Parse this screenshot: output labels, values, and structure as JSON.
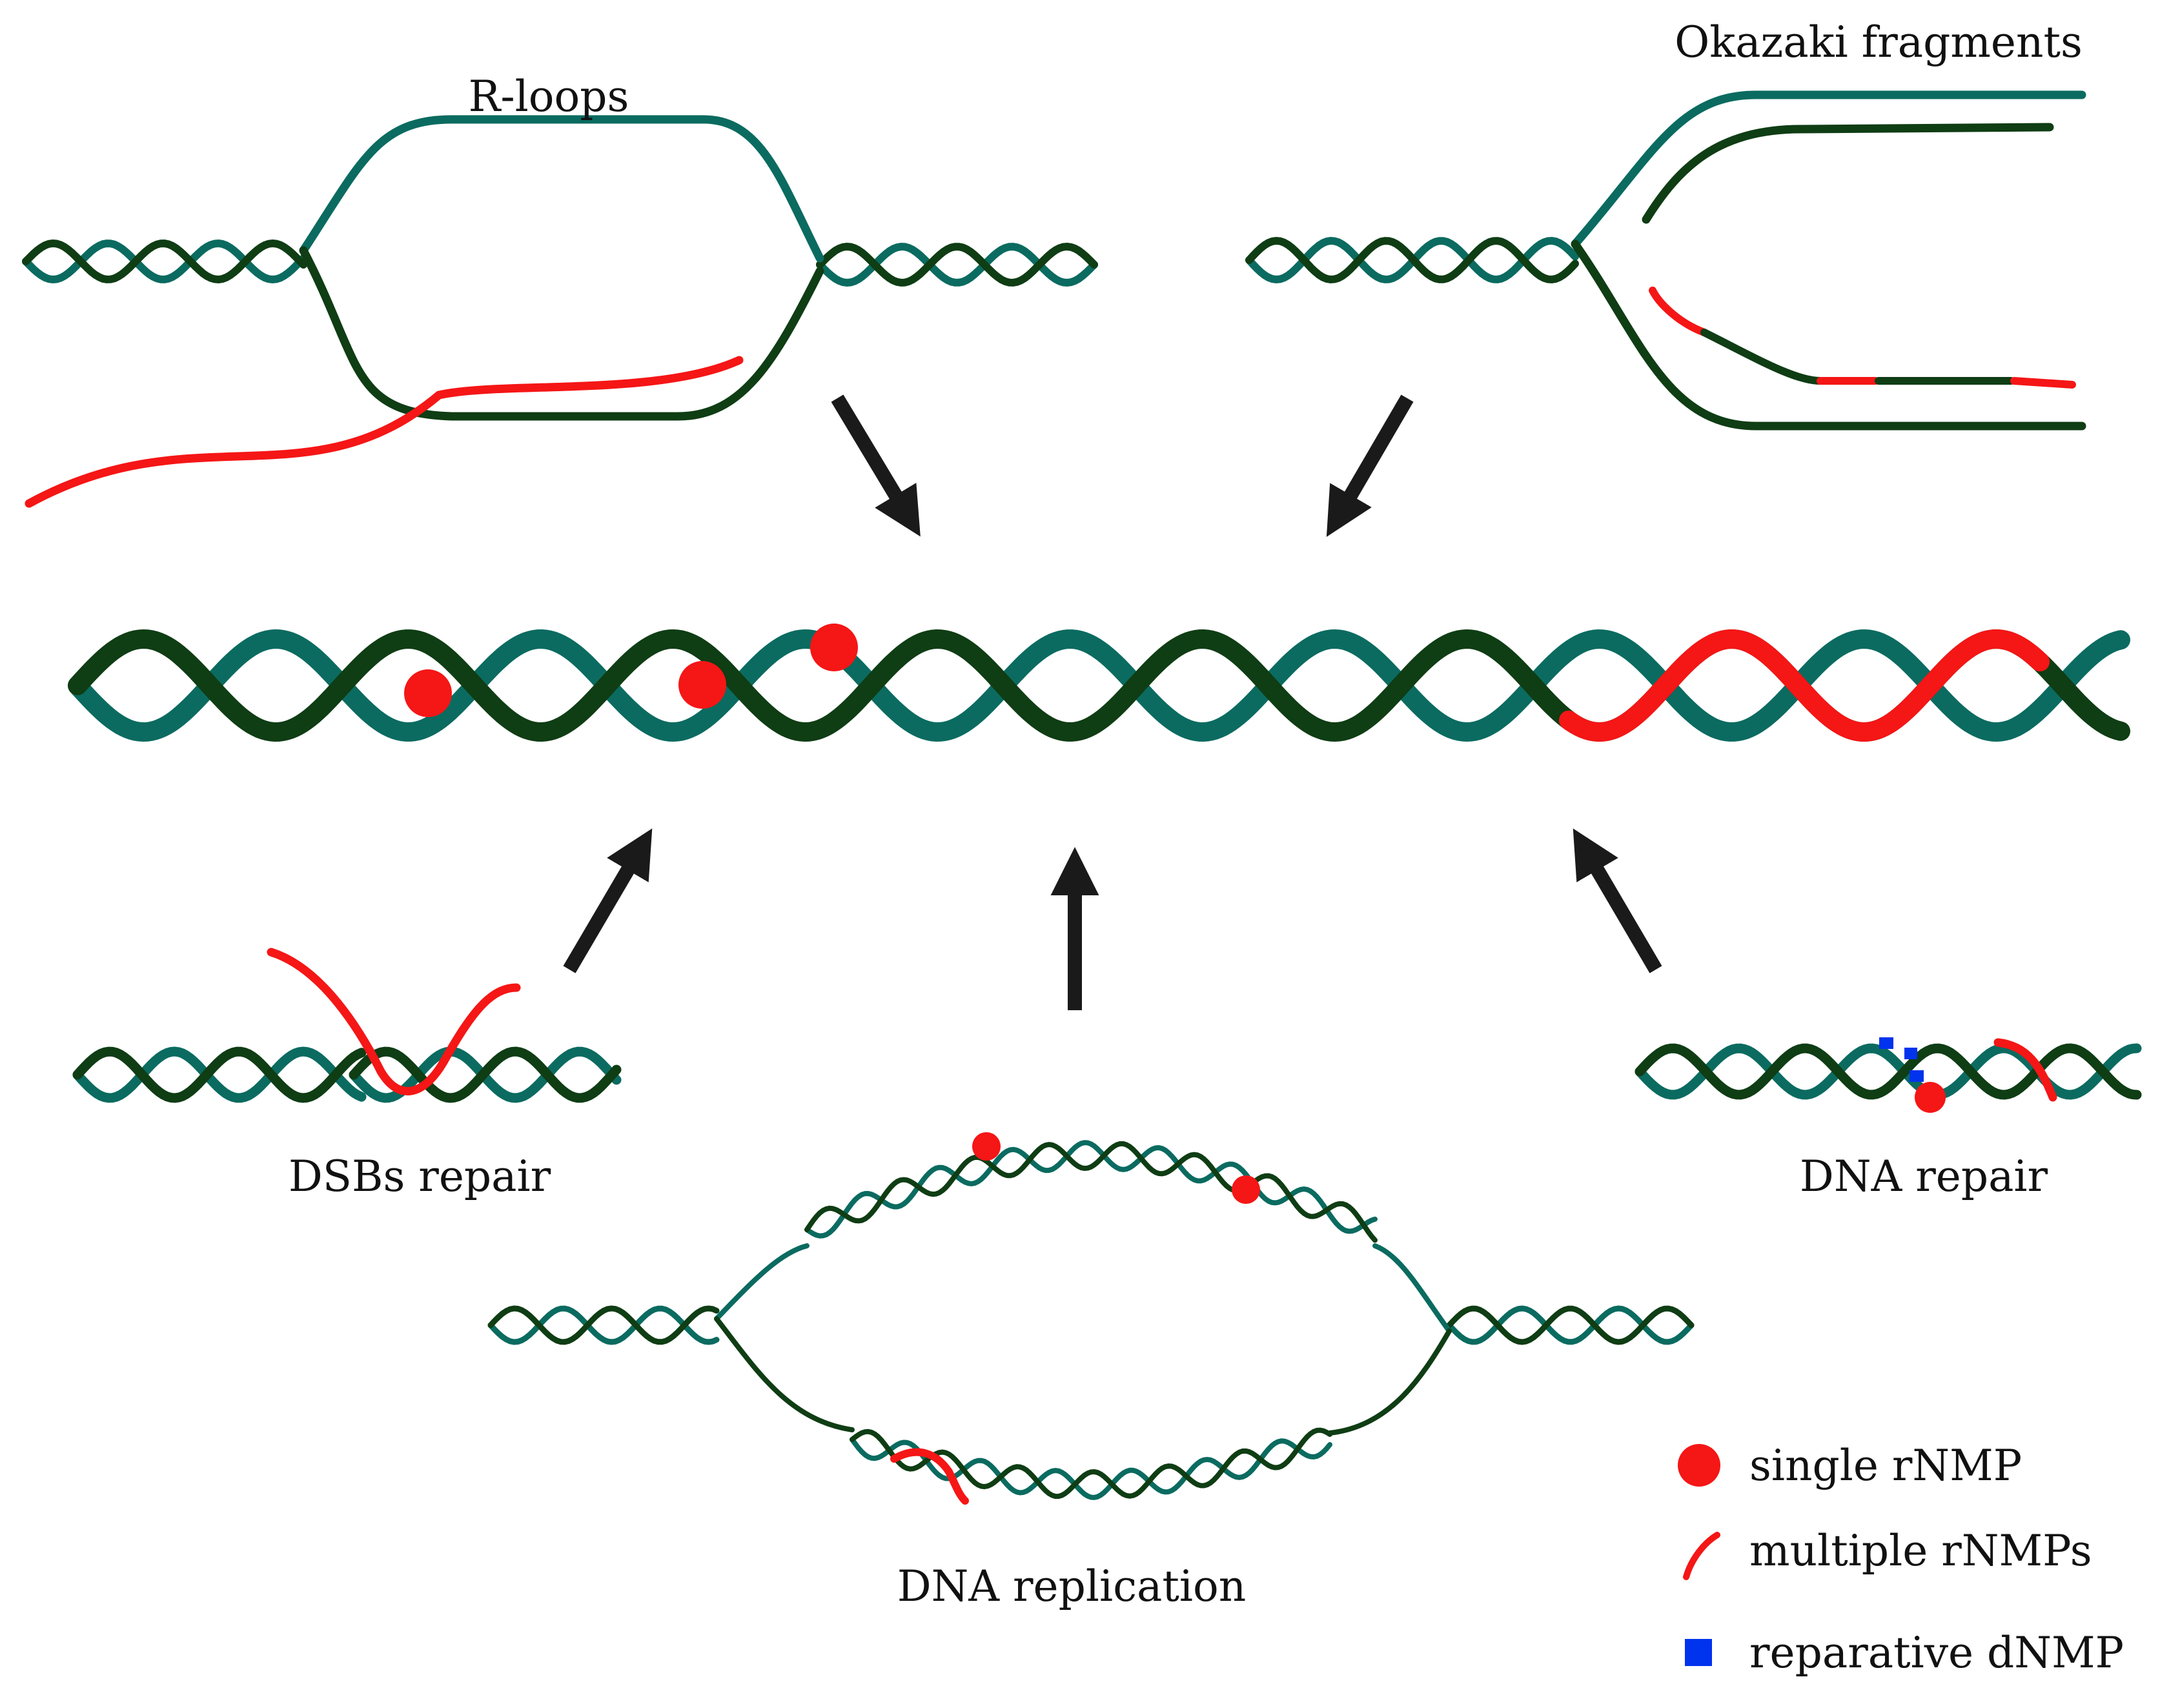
{
  "colors": {
    "strand_a": "#0b6b60",
    "strand_b": "#0f3d14",
    "rna": "#f51616",
    "dnmp": "#0033ee",
    "arrow": "#1a1a1a"
  },
  "labels": {
    "r_loops": "R-loops",
    "okazaki": "Okazaki fragments",
    "dsbs_repair": "DSBs repair",
    "dna_repair": "DNA repair",
    "dna_replication": "DNA replication"
  },
  "legend": {
    "single": "single rNMP",
    "multiple": "multiple rNMPs",
    "reparative": "reparative dNMP"
  },
  "icons": {
    "single": "red-dot-icon",
    "multiple": "red-curve-icon",
    "reparative": "blue-square-icon"
  }
}
